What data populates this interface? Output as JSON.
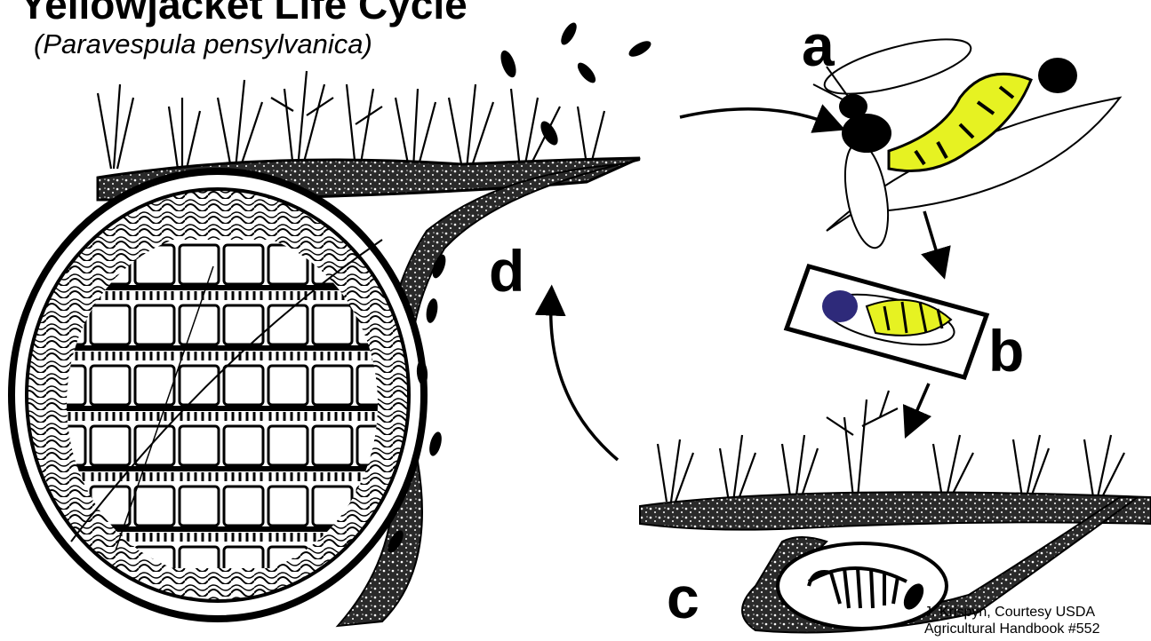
{
  "header": {
    "title": "Yellowjacket Life Cycle",
    "subtitle": "(Paravespula pensylvanica)"
  },
  "labels": {
    "a": "a",
    "b": "b",
    "c": "c",
    "d": "d"
  },
  "credit": {
    "line1": "J. Krispyn, Courtesy USDA",
    "line2": "Agricultural Handbook #552"
  },
  "colors": {
    "ink": "#000000",
    "wasp_yellow": "#e6f222",
    "queen_blue": "#2e2a7a",
    "background": "#ffffff"
  }
}
